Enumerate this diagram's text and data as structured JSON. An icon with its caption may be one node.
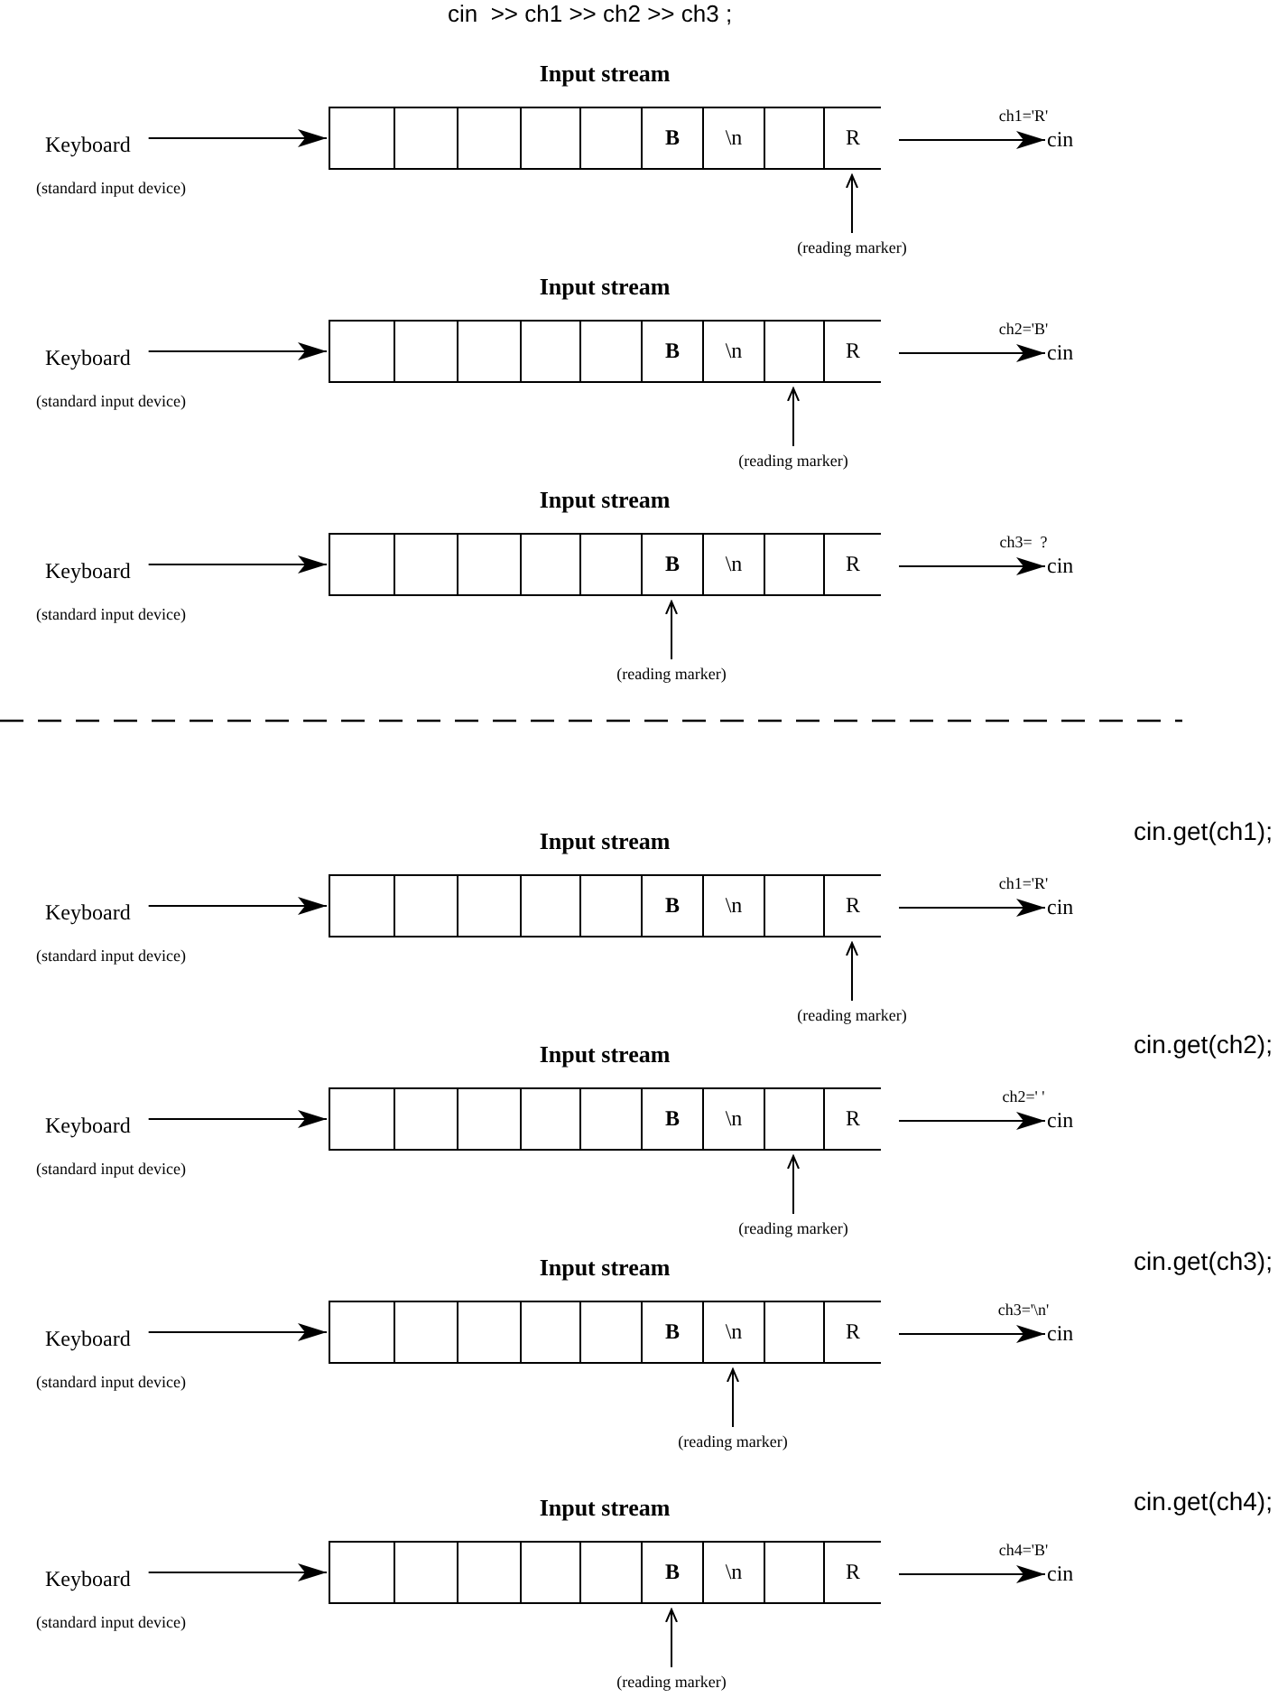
{
  "diagram": {
    "title": "cin  >> ch1 >> ch2 >> ch3 ;",
    "nodes": [
      {
        "text": [
          "Keyboard"
        ],
        "beside": [
          "(standard input device)"
        ]
      },
      {
        "text": [
          "Input stream"
        ]
      },
      {
        "text": [],
        "shape": "box",
        "in": 1
      },
      {
        "text": [],
        "shape": "box",
        "in": 1
      },
      {
        "text": [],
        "shape": "box",
        "in": 1
      },
      {
        "text": [],
        "shape": "box",
        "in": 1
      },
      {
        "text": [],
        "shape": "box",
        "in": 1
      },
      {
        "text": [
          "B"
        ],
        "in": 1
      },
      {
        "text": [
          "\\n"
        ],
        "in": 1
      },
      {
        "text": [],
        "shape": "box",
        "in": 1
      },
      {
        "text": [
          "R"
        ],
        "in": 1
      },
      {
        "text": [
          "cin"
        ]
      },
      {
        "text": [
          "(reading marker)"
        ]
      },
      {
        "text": [
          "Keyboard"
        ],
        "beside": [
          "(standard input device)"
        ]
      },
      {
        "text": [
          "Input stream"
        ]
      },
      {
        "text": [],
        "shape": "box",
        "in": 14
      },
      {
        "text": [],
        "shape": "box",
        "in": 14
      },
      {
        "text": [],
        "shape": "box",
        "in": 14
      },
      {
        "text": [],
        "shape": "box",
        "in": 14
      },
      {
        "text": [],
        "shape": "box",
        "in": 14
      },
      {
        "text": [
          "B"
        ],
        "in": 14
      },
      {
        "text": [
          "\\n"
        ],
        "in": 14
      },
      {
        "text": [],
        "shape": "box",
        "in": 14
      },
      {
        "text": [
          "R"
        ],
        "in": 14
      },
      {
        "text": [
          "cin"
        ]
      },
      {
        "text": [
          "(reading marker)"
        ]
      },
      {
        "text": [
          "Keyboard"
        ],
        "beside": [
          "(standard input device)"
        ]
      },
      {
        "text": [
          "Input stream"
        ]
      },
      {
        "text": [],
        "shape": "box",
        "in": 27
      },
      {
        "text": [],
        "shape": "box",
        "in": 27
      },
      {
        "text": [],
        "shape": "box",
        "in": 27
      },
      {
        "text": [],
        "shape": "box",
        "in": 27
      },
      {
        "text": [],
        "shape": "box",
        "in": 27
      },
      {
        "text": [
          "B"
        ],
        "in": 27
      },
      {
        "text": [
          "\\n"
        ],
        "in": 27
      },
      {
        "text": [],
        "shape": "box",
        "in": 27
      },
      {
        "text": [
          "R"
        ],
        "in": 27
      },
      {
        "text": [
          "cin"
        ]
      },
      {
        "text": [
          "(reading marker)"
        ]
      },
      {
        "text": [
          "Keyboard"
        ],
        "beside": [
          "(standard input device)"
        ]
      },
      {
        "text": [
          "Input stream"
        ]
      },
      {
        "text": [],
        "shape": "box",
        "in": 40
      },
      {
        "text": [],
        "shape": "box",
        "in": 40
      },
      {
        "text": [],
        "shape": "box",
        "in": 40
      },
      {
        "text": [],
        "shape": "box",
        "in": 40
      },
      {
        "text": [],
        "shape": "box",
        "in": 40
      },
      {
        "text": [
          "B"
        ],
        "in": 40
      },
      {
        "text": [
          "\\n"
        ],
        "in": 40
      },
      {
        "text": [],
        "shape": "box",
        "in": 40
      },
      {
        "text": [
          "R"
        ],
        "in": 40
      },
      {
        "text": [
          "cin"
        ]
      },
      {
        "text": [
          "(reading marker)"
        ]
      },
      {
        "text": [
          "Keyboard"
        ],
        "beside": [
          "(standard input device)"
        ]
      },
      {
        "text": [
          "Input stream"
        ]
      },
      {
        "text": [],
        "shape": "box",
        "in": 53
      },
      {
        "text": [],
        "shape": "box",
        "in": 53
      },
      {
        "text": [],
        "shape": "box",
        "in": 53
      },
      {
        "text": [],
        "shape": "box",
        "in": 53
      },
      {
        "text": [],
        "shape": "box",
        "in": 53
      },
      {
        "text": [
          "B"
        ],
        "in": 53
      },
      {
        "text": [
          "\\n"
        ],
        "in": 53
      },
      {
        "text": [],
        "shape": "box",
        "in": 53
      },
      {
        "text": [
          "R"
        ],
        "in": 53
      },
      {
        "text": [
          "cin"
        ]
      },
      {
        "text": [
          "(reading marker)"
        ]
      },
      {
        "text": [
          "Keyboard"
        ],
        "beside": [
          "(standard input device)"
        ]
      },
      {
        "text": [
          "Input stream"
        ]
      },
      {
        "text": [],
        "shape": "box",
        "in": 66
      },
      {
        "text": [],
        "shape": "box",
        "in": 66
      },
      {
        "text": [],
        "shape": "box",
        "in": 66
      },
      {
        "text": [],
        "shape": "box",
        "in": 66
      },
      {
        "text": [],
        "shape": "box",
        "in": 66
      },
      {
        "text": [
          "B"
        ],
        "in": 66
      },
      {
        "text": [
          "\\n"
        ],
        "in": 66
      },
      {
        "text": [],
        "shape": "box",
        "in": 66
      },
      {
        "text": [
          "R"
        ],
        "in": 66
      },
      {
        "text": [
          "cin"
        ]
      },
      {
        "text": [
          "(reading marker)"
        ]
      },
      {
        "text": [
          "Keyboard"
        ],
        "beside": [
          "(standard input device)"
        ]
      },
      {
        "text": [
          "Input stream"
        ]
      },
      {
        "text": [],
        "shape": "box",
        "in": 79
      },
      {
        "text": [],
        "shape": "box",
        "in": 79
      },
      {
        "text": [],
        "shape": "box",
        "in": 79
      },
      {
        "text": [],
        "shape": "box",
        "in": 79
      },
      {
        "text": [],
        "shape": "box",
        "in": 79
      },
      {
        "text": [
          "B"
        ],
        "in": 79
      },
      {
        "text": [
          "\\n"
        ],
        "in": 79
      },
      {
        "text": [],
        "shape": "box",
        "in": 79
      },
      {
        "text": [
          "R"
        ],
        "in": 79
      },
      {
        "text": [
          "cin"
        ]
      },
      {
        "text": [
          "(reading marker)"
        ]
      }
    ],
    "edges": [
      {
        "from": 0,
        "to": 1,
        "arrow": "to"
      },
      {
        "from": 1,
        "to": 11,
        "arrow": "to",
        "label": "ch1='R'"
      },
      {
        "from": 12,
        "to": 10,
        "arrow": "to"
      },
      {
        "from": 13,
        "to": 14,
        "arrow": "to"
      },
      {
        "from": 14,
        "to": 24,
        "arrow": "to",
        "label": "ch2='B'"
      },
      {
        "from": 25,
        "to": 22,
        "arrow": "to"
      },
      {
        "from": 26,
        "to": 27,
        "arrow": "to"
      },
      {
        "from": 27,
        "to": 37,
        "arrow": "to",
        "label": "ch3=  ?"
      },
      {
        "from": 38,
        "to": 33,
        "arrow": "to"
      },
      {
        "from": 39,
        "to": 40,
        "arrow": "to"
      },
      {
        "from": 40,
        "to": 50,
        "arrow": "to",
        "label": "ch1='R'"
      },
      {
        "from": 51,
        "to": 49,
        "arrow": "to"
      },
      {
        "from": 52,
        "to": 53,
        "arrow": "to"
      },
      {
        "from": 53,
        "to": 63,
        "arrow": "to",
        "label": "ch2=' '"
      },
      {
        "from": 64,
        "to": 61,
        "arrow": "to"
      },
      {
        "from": 65,
        "to": 66,
        "arrow": "to"
      },
      {
        "from": 66,
        "to": 76,
        "arrow": "to",
        "label": "ch3='\\n'"
      },
      {
        "from": 77,
        "to": 73,
        "arrow": "to"
      },
      {
        "from": 78,
        "to": 79,
        "arrow": "to"
      },
      {
        "from": 79,
        "to": 89,
        "arrow": "to",
        "label": "ch4='B'"
      },
      {
        "from": 90,
        "to": 85,
        "arrow": "to"
      }
    ],
    "labels": [
      "cin.get(ch1);",
      "cin.get(ch2);",
      "cin.get(ch3);",
      "cin.get(ch4);"
    ]
  }
}
